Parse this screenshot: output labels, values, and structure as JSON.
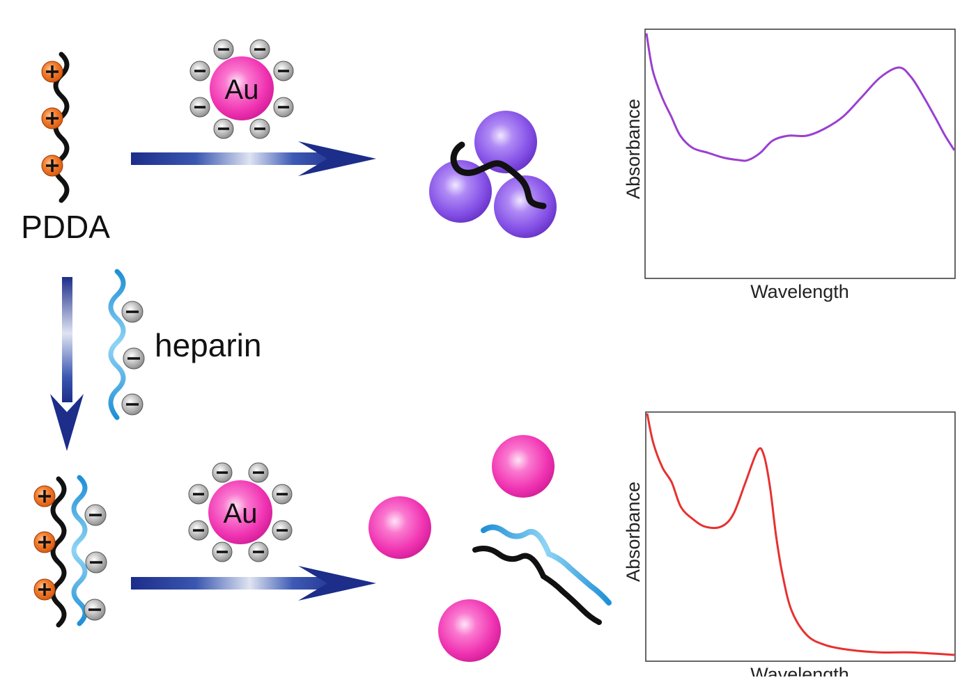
{
  "labels": {
    "pdda": "PDDA",
    "heparin": "heparin",
    "au_top": "Au",
    "au_bottom": "Au"
  },
  "colors": {
    "pdda_chain": "#111111",
    "heparin_chain": "#2aa0de",
    "cation": "#ee6a1c",
    "anion": "#9a9a9a",
    "gold_free": "#f03ab4",
    "gold_aggregated": "#8a52e8",
    "arrow_dark": "#1c2d8a",
    "spectrum_aggregated": "#9a3fd0",
    "spectrum_dispersed": "#e83030"
  },
  "icons": {
    "cation": "plus-charge-icon",
    "anion": "minus-charge-icon"
  },
  "chart_data": [
    {
      "type": "line",
      "xlabel": "Wavelength",
      "ylabel": "Absorbance",
      "series": [
        {
          "color": "#9a3fd0",
          "x": [
            0,
            0.02,
            0.05,
            0.08,
            0.11,
            0.15,
            0.2,
            0.25,
            0.3,
            0.33,
            0.37,
            0.41,
            0.46,
            0.52,
            0.58,
            0.64,
            0.7,
            0.76,
            0.82,
            0.86,
            0.9,
            0.94,
            0.97,
            1.0
          ],
          "y": [
            1.0,
            0.85,
            0.74,
            0.66,
            0.58,
            0.53,
            0.51,
            0.49,
            0.48,
            0.48,
            0.51,
            0.56,
            0.58,
            0.58,
            0.61,
            0.66,
            0.74,
            0.82,
            0.86,
            0.82,
            0.74,
            0.65,
            0.58,
            0.52
          ]
        }
      ]
    },
    {
      "type": "line",
      "xlabel": "Wavelength",
      "ylabel": "Absorbance",
      "series": [
        {
          "color": "#e83030",
          "x": [
            0,
            0.02,
            0.05,
            0.08,
            0.11,
            0.15,
            0.19,
            0.24,
            0.28,
            0.32,
            0.36,
            0.38,
            0.4,
            0.42,
            0.44,
            0.47,
            0.52,
            0.58,
            0.66,
            0.76,
            0.86,
            1.0
          ],
          "y": [
            1.0,
            0.88,
            0.78,
            0.72,
            0.62,
            0.57,
            0.54,
            0.54,
            0.59,
            0.72,
            0.85,
            0.83,
            0.7,
            0.5,
            0.35,
            0.2,
            0.1,
            0.06,
            0.04,
            0.03,
            0.03,
            0.02
          ]
        }
      ]
    }
  ]
}
